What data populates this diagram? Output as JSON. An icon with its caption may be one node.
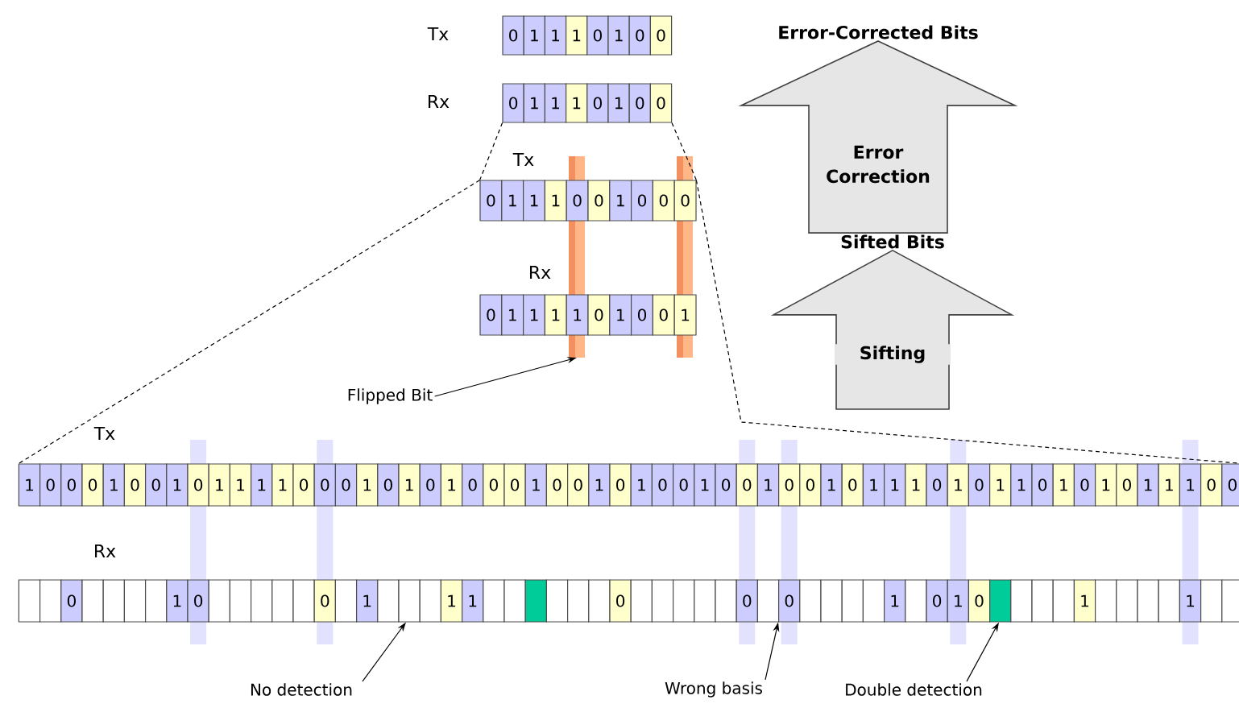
{
  "diagram": {
    "nodes": [
      {
        "text": [
          "0",
          "1",
          "1",
          "1",
          "0",
          "1",
          "0",
          "0"
        ],
        "beside": [
          "Tx"
        ]
      },
      {
        "text": [
          "0",
          "1",
          "1",
          "1",
          "0",
          "1",
          "0",
          "0"
        ],
        "beside": [
          "Rx"
        ]
      },
      {
        "text": [
          "Error-Corrected Bits"
        ]
      },
      {
        "text": [
          "0",
          "1",
          "1",
          "1",
          "0",
          "0",
          "1",
          "0",
          "0",
          "0"
        ],
        "beside": [
          "Tx"
        ]
      },
      {
        "text": [
          "0",
          "1",
          "1",
          "1",
          "1",
          "0",
          "1",
          "0",
          "0",
          "1"
        ],
        "beside": [
          "Rx"
        ]
      },
      {
        "text": [
          "Sifted Bits"
        ]
      },
      {
        "text": [
          "Flipped Bit"
        ]
      },
      {
        "text": [
          "1",
          "0",
          "0",
          "0",
          "1",
          "0",
          "0",
          "1",
          "0",
          "1",
          "1",
          "1",
          "1",
          "0",
          "0",
          "0",
          "1",
          "0",
          "1",
          "0",
          "1",
          "0",
          "0",
          "0",
          "1",
          "0",
          "0",
          "1",
          "0",
          "1",
          "0",
          "0",
          "1",
          "0",
          "0",
          "1",
          "0",
          "0",
          "1",
          "0",
          "1",
          "1",
          "1",
          "0",
          "1",
          "0",
          "1",
          "1",
          "0",
          "1",
          "0",
          "1",
          "0",
          "1",
          "1",
          "1",
          "0",
          "0"
        ],
        "beside": [
          "Tx"
        ]
      },
      {
        "text": [
          "0",
          "1",
          "0",
          "0",
          "1",
          "1",
          "1",
          "0",
          "0",
          "0",
          "1",
          "0",
          "1",
          "0",
          "1",
          "1"
        ],
        "beside": [
          "Rx"
        ]
      },
      {
        "text": [
          "No detection"
        ]
      },
      {
        "text": [
          "Wrong basis"
        ]
      },
      {
        "text": [
          "Double detection"
        ]
      }
    ],
    "edges": [
      {
        "from": 1,
        "to": 3,
        "arrow": "none",
        "style": "dashed"
      },
      {
        "from": 1,
        "to": 3,
        "arrow": "none",
        "style": "dashed"
      },
      {
        "from": 3,
        "to": 7,
        "arrow": "none",
        "style": "dashed"
      },
      {
        "from": 3,
        "to": 7,
        "arrow": "none",
        "style": "dashed"
      },
      {
        "from": 6,
        "to": null,
        "arrow": "to"
      },
      {
        "from": 9,
        "to": 8,
        "arrow": "to"
      },
      {
        "from": 10,
        "to": 8,
        "arrow": "to"
      },
      {
        "from": 11,
        "to": 8,
        "arrow": "to"
      },
      {
        "from": 5,
        "to": 2,
        "arrow": "to",
        "label": "Error Correction",
        "style": "thick"
      },
      {
        "from": null,
        "to": 5,
        "arrow": "to",
        "label": "Sifting",
        "style": "thick"
      }
    ]
  }
}
